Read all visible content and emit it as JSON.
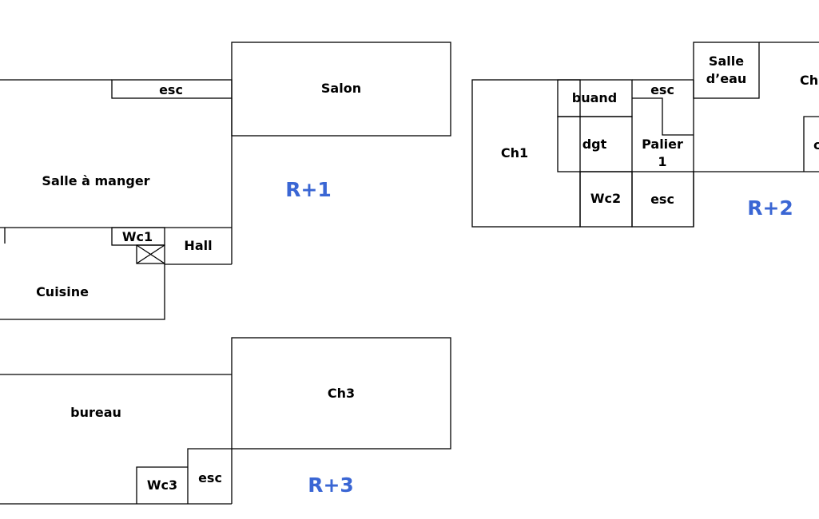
{
  "floors": {
    "r1": {
      "label": "R+1",
      "rooms": {
        "esc": "esc",
        "salon": "Salon",
        "salle_a_manger": "Salle à manger",
        "wc1": "Wc1",
        "hall": "Hall",
        "cuisine": "Cuisine"
      }
    },
    "r2": {
      "label": "R+2",
      "rooms": {
        "salle_deau_line1": "Salle",
        "salle_deau_line2": "d’eau",
        "ch_partial": "Ch",
        "buand": "buand",
        "esc_top": "esc",
        "ch1": "Ch1",
        "dgt": "dgt",
        "palier_line1": "Palier",
        "palier_line2": "1",
        "wc2": "Wc2",
        "esc_bottom": "esc",
        "cut_partial": "c"
      }
    },
    "r3": {
      "label": "R+3",
      "rooms": {
        "bureau": "bureau",
        "ch3": "Ch3",
        "wc3": "Wc3",
        "esc": "esc"
      }
    }
  },
  "colors": {
    "wall": "#000000",
    "floor_label": "#3a66d4",
    "background": "#ffffff"
  }
}
